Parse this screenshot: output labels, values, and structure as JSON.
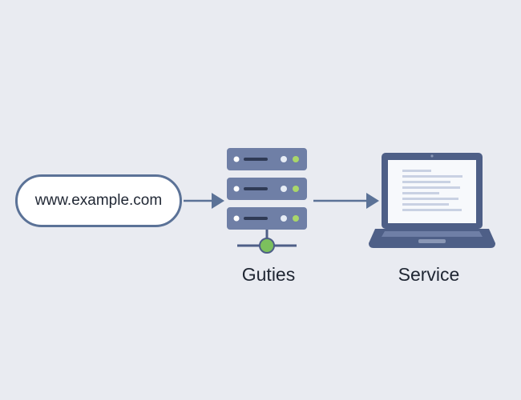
{
  "url_node": {
    "text": "www.example.com"
  },
  "server_node": {
    "label": "Guties",
    "icon": "server-stack-icon",
    "units": 3
  },
  "service_node": {
    "label": "Service",
    "icon": "laptop-icon"
  },
  "colors": {
    "background": "#e9ebf1",
    "outline": "#5b7297",
    "server_body": "#6f7fa6",
    "led_green": "#a9d66a",
    "node_green": "#7cc05d",
    "laptop_dark": "#4e5f87",
    "arrow": "#5b7297"
  }
}
